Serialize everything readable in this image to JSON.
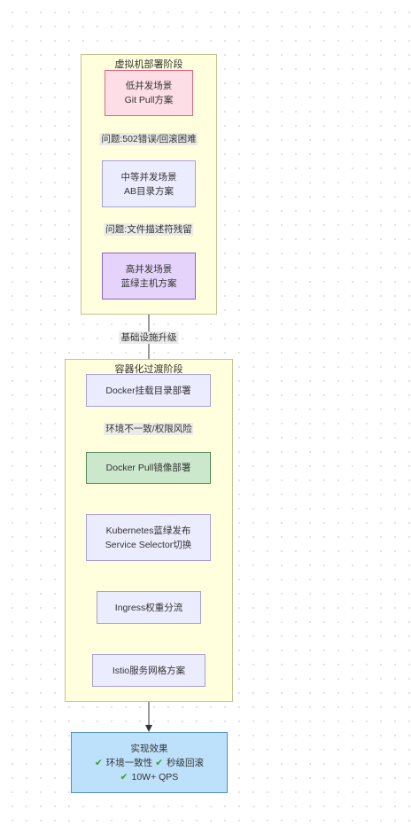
{
  "vm_group": {
    "title": "虚拟机部署阶段"
  },
  "container_group": {
    "title": "容器化过渡阶段"
  },
  "nodes": {
    "git_pull": {
      "line1": "低并发场景",
      "line2": "Git Pull方案"
    },
    "ab_dir": {
      "line1": "中等并发场景",
      "line2": "AB目录方案"
    },
    "blue_green_host": {
      "line1": "高并发场景",
      "line2": "蓝绿主机方案"
    },
    "docker_mount": {
      "label": "Docker挂载目录部署"
    },
    "docker_pull": {
      "label": "Docker Pull镜像部署"
    },
    "k8s_blue_green": {
      "line1": "Kubernetes蓝绿发布",
      "line2": "Service Selector切换"
    },
    "ingress": {
      "label": "Ingress权重分流"
    },
    "istio": {
      "label": "Istio服务网格方案"
    },
    "result": {
      "title": "实现效果",
      "check_icon": "check-mark-icon",
      "item1": "环境一致性",
      "item2": "秒级回滚",
      "item3": "10W+ QPS"
    }
  },
  "edge_labels": {
    "e1": "问题:502错误/回滚困难",
    "e2": "问题:文件描述符残留",
    "e3": "基础设施升级",
    "e4": "环境不一致/权限风险"
  },
  "colors": {
    "group_fill": "#ffffde",
    "node_fill": "#ececff",
    "git_pull_fill": "#fddde6",
    "blue_green_fill": "#e5d3fb",
    "docker_pull_fill": "#cce8cc",
    "result_fill": "#bde0fb",
    "check": "#3f9a2f"
  }
}
